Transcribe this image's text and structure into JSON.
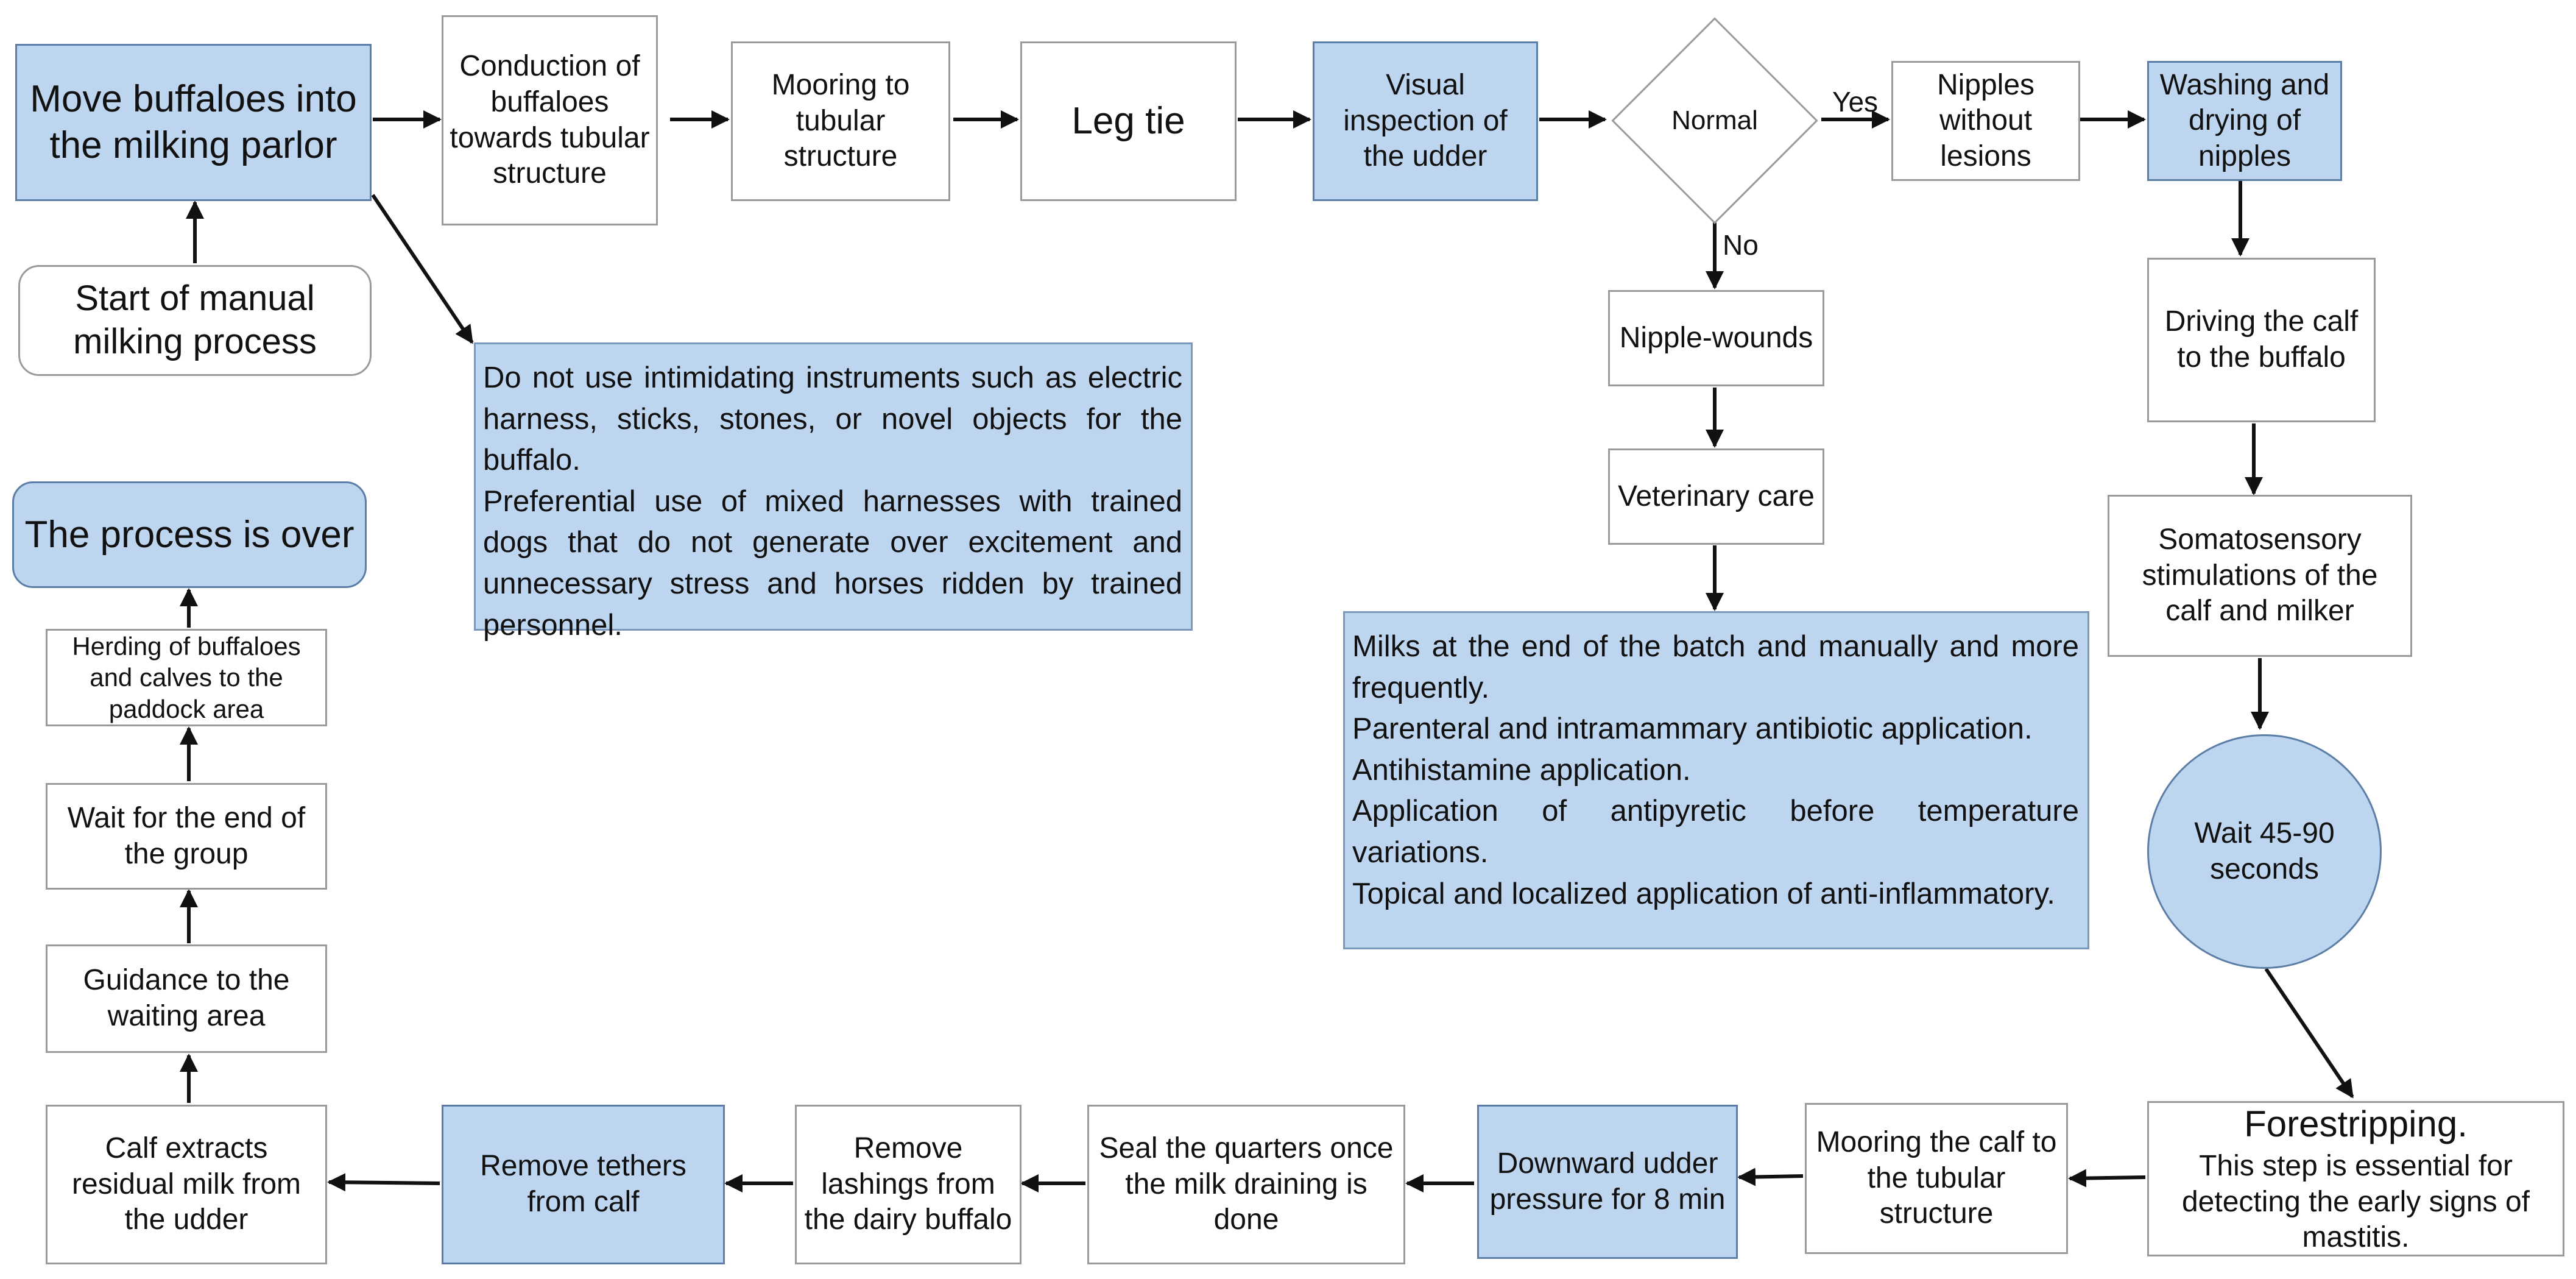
{
  "nodes": {
    "move_parlor": "Move buffaloes into the milking parlor",
    "start": "Start of manual milking process",
    "conduction": "Conduction of buffaloes towards tubular structure",
    "mooring_tubular": "Mooring to tubular structure",
    "leg_tie": "Leg tie",
    "visual_inspection": "Visual inspection of the udder",
    "normal": "Normal",
    "nipples_without_lesions": "Nipples without lesions",
    "washing_drying": "Washing and drying of nipples",
    "nipple_wounds": "Nipple-wounds",
    "veterinary_care": "Veterinary care",
    "driving_calf": "Driving the calf to the buffalo",
    "somatosensory": "Somatosensory stimulations of the calf and milker",
    "wait_45_90": "Wait 45-90 seconds",
    "forestripping_title": "Forestripping.",
    "forestripping_body": "This step is essential for detecting the early signs of mastitis.",
    "mooring_calf": "Mooring the calf to the tubular structure",
    "downward_pressure": "Downward udder pressure for 8 min",
    "seal_quarters": "Seal the quarters once the milk draining is done",
    "remove_lashings": "Remove lashings from the dairy buffalo",
    "remove_tethers": "Remove tethers from calf",
    "calf_extracts": "Calf extracts residual milk from the udder",
    "guidance_waiting": "Guidance to the waiting area",
    "wait_end_group": "Wait for the end of the group",
    "herding": "Herding of buffaloes and calves to the paddock area",
    "process_over": "The process is over"
  },
  "notes": {
    "parlor_note": [
      "Do not use intimidating instruments such as electric harness, sticks, stones, or novel objects for the buffalo.",
      "Preferential use of mixed harnesses with trained dogs that do not generate over excitement and unnecessary stress and horses ridden by trained personnel."
    ],
    "veterinary_note": [
      "Milks at the end of the batch and manually and more frequently.",
      "Parenteral and intramammary antibiotic application.",
      "Antihistamine application.",
      "Application of antipyretic before temperature variations.",
      "Topical and localized application of anti-inflammatory."
    ]
  },
  "edge_labels": {
    "yes": "Yes",
    "no": "No"
  },
  "colors": {
    "highlight_fill": "#bdd5ee",
    "highlight_border": "#5b7ea6",
    "plain_border": "#9a9a9a",
    "arrow": "#111111"
  }
}
